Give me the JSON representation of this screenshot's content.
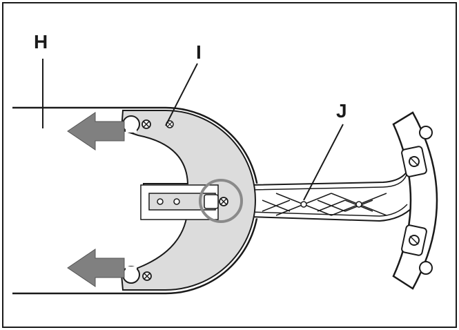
{
  "labels": {
    "h": "H",
    "i": "I",
    "j": "J"
  },
  "colors": {
    "outline": "#1a1a1a",
    "plate_fill": "#dcdcdc",
    "arrow_fill": "#808080",
    "highlight_ring": "#8a8a8a",
    "background": "#ffffff"
  },
  "icons": {
    "arrow": "arrow-left-icon",
    "screw": "screw-icon"
  }
}
